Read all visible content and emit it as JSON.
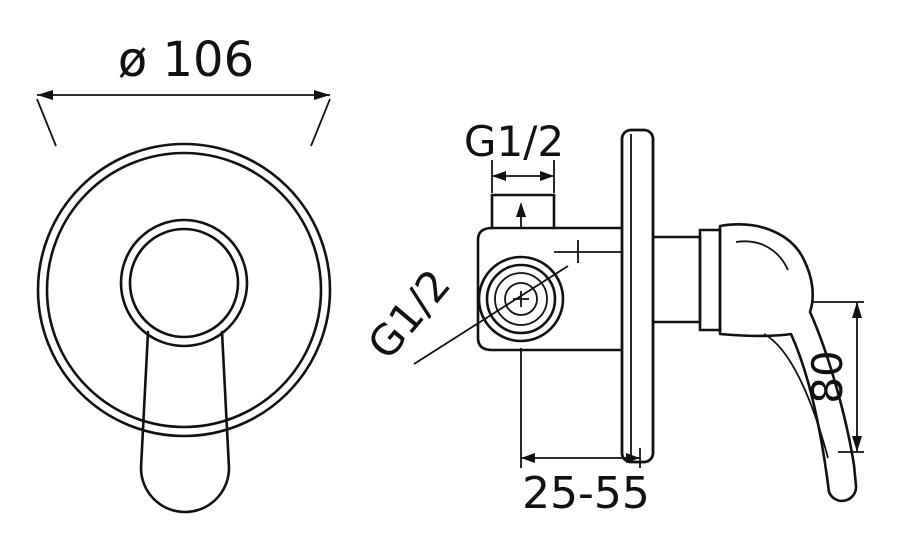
{
  "page": {
    "background": "#ffffff",
    "line_color": "#111111"
  },
  "drawing": {
    "type": "technical-dimension-drawing",
    "labels": {
      "front_diameter": "ø 106",
      "top_connection": "G1/2",
      "side_connection": "G1/2",
      "mounting_depth_range": "25-55",
      "handle_projection": "80"
    }
  }
}
